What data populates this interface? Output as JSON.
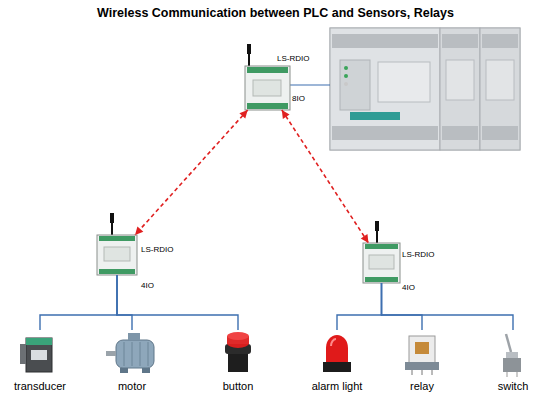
{
  "diagram": {
    "title": "Wireless Communication between PLC and Sensors, Relays",
    "nodes": [
      {
        "text": [
          "LS-RDIO"
        ]
      },
      {
        "text": [
          "LS-RDIO"
        ]
      },
      {
        "text": [
          "LS-RDIO"
        ]
      },
      {
        "text": [
          "transducer"
        ]
      },
      {
        "text": [
          "motor"
        ]
      },
      {
        "text": [
          "button"
        ]
      },
      {
        "text": [
          "alarm light"
        ]
      },
      {
        "text": [
          "relay"
        ]
      },
      {
        "text": [
          "switch"
        ]
      }
    ],
    "edges": [
      {
        "from": 0,
        "to": 1,
        "arrow": "both"
      },
      {
        "from": 0,
        "to": 2,
        "arrow": "both"
      },
      {
        "from": 1,
        "to": 3,
        "arrow": "none"
      },
      {
        "from": 1,
        "to": 4,
        "arrow": "none"
      },
      {
        "from": 1,
        "to": 5,
        "arrow": "none"
      },
      {
        "from": 2,
        "to": 6,
        "arrow": "none"
      },
      {
        "from": 2,
        "to": 7,
        "arrow": "none"
      },
      {
        "from": 2,
        "to": 8,
        "arrow": "none"
      }
    ],
    "labels": [
      "8IO",
      "4IO",
      "4IO"
    ]
  }
}
